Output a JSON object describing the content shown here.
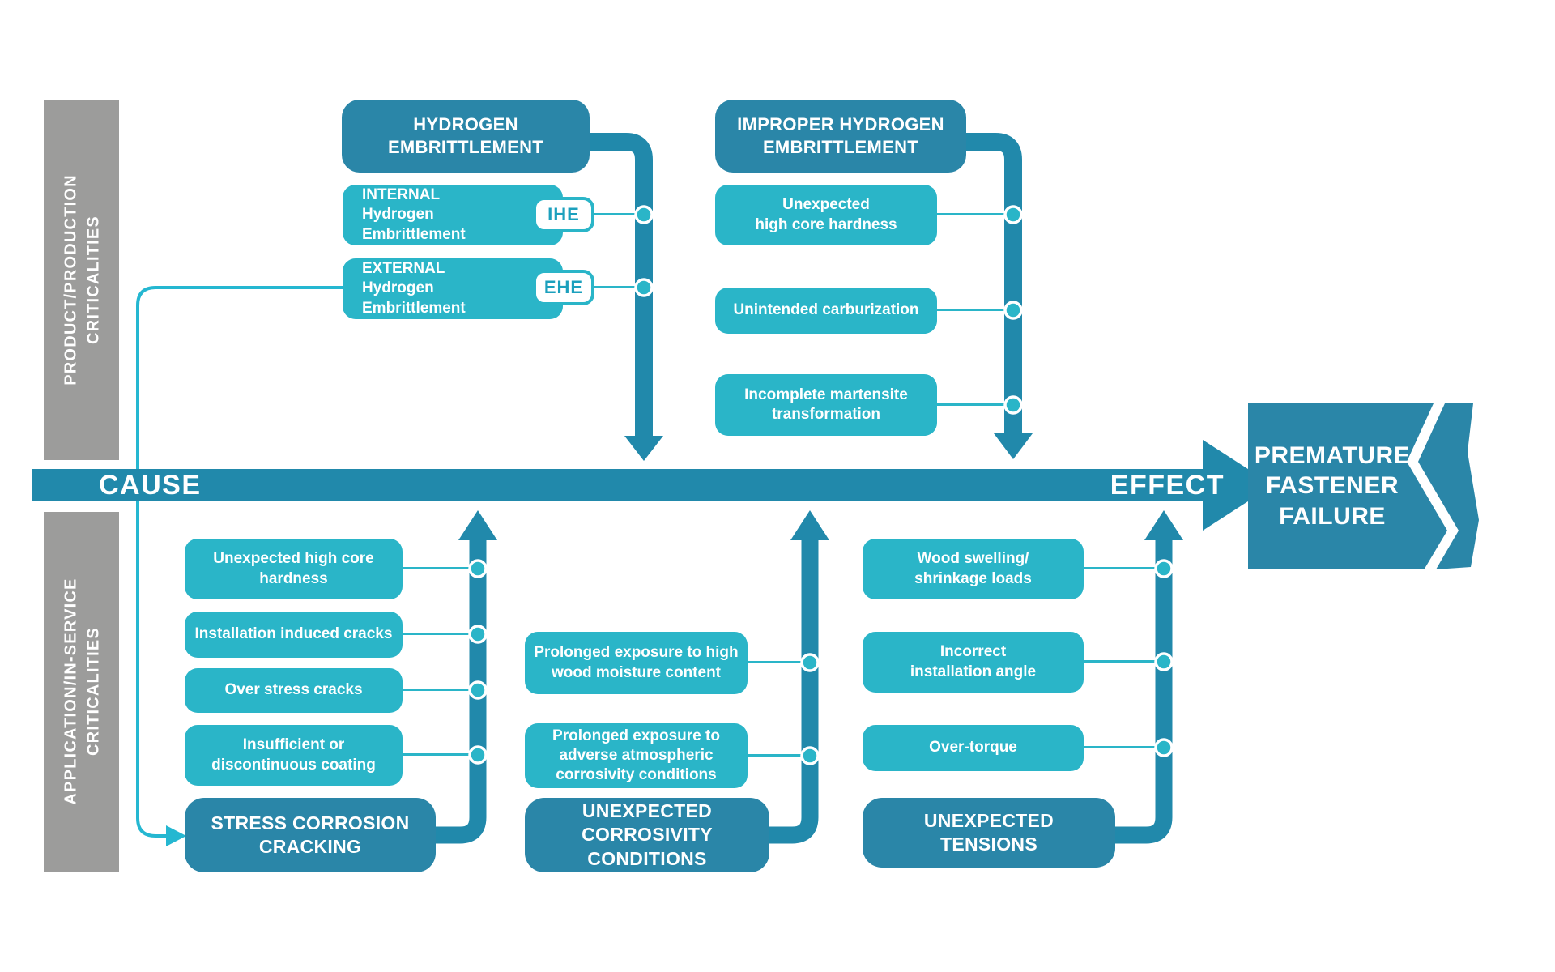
{
  "colors": {
    "dark_teal_box": "#2A86A8",
    "band_teal": "#2189AB",
    "light_teal_box": "#2AB5C8",
    "cyan_feedback_line": "#25B7D1",
    "rail_gray": "#9C9C9B",
    "text_white": "#FFFFFF",
    "badge_text": "#1CA0BD"
  },
  "rails": {
    "top": {
      "line1": "PRODUCT/PRODUCTION",
      "line2": "CRITICALITIES"
    },
    "bottom": {
      "line1": "APPLICATION/IN-SERVICE",
      "line2": "CRITICALITIES"
    }
  },
  "axis": {
    "cause": "CAUSE",
    "effect": "EFFECT"
  },
  "effect_box": {
    "line1": "PREMATURE",
    "line2": "FASTENER",
    "line3": "FAILURE"
  },
  "top_groups": [
    {
      "header": {
        "line1": "HYDROGEN",
        "line2": "EMBRITTLEMENT"
      },
      "items": [
        {
          "line1": "INTERNAL Hydrogen",
          "line2": "Embrittlement",
          "badge": "IHE"
        },
        {
          "line1": "EXTERNAL Hydrogen",
          "line2": "Embrittlement",
          "badge": "EHE"
        }
      ]
    },
    {
      "header": {
        "line1": "IMPROPER HYDROGEN",
        "line2": "EMBRITTLEMENT"
      },
      "items": [
        {
          "line1": "Unexpected",
          "line2": "high core hardness"
        },
        {
          "line1": "Unintended carburization"
        },
        {
          "line1": "Incomplete martensite",
          "line2": "transformation"
        }
      ]
    }
  ],
  "bottom_groups": [
    {
      "items": [
        {
          "line1": "Unexpected high core",
          "line2": "hardness"
        },
        {
          "line1": "Installation induced cracks"
        },
        {
          "line1": "Over stress cracks"
        },
        {
          "line1": "Insufficient or",
          "line2": "discontinuous coating"
        }
      ],
      "footer": {
        "line1": "STRESS CORROSION",
        "line2": "CRACKING"
      }
    },
    {
      "items": [
        {
          "line1": "Prolonged exposure to high",
          "line2": "wood moisture content"
        },
        {
          "line1": "Prolonged exposure to",
          "line2": "adverse atmospheric",
          "line3": "corrosivity conditions"
        }
      ],
      "footer": {
        "line1": "UNEXPECTED",
        "line2": "CORROSIVITY",
        "line3": "CONDITIONS"
      }
    },
    {
      "items": [
        {
          "line1": "Wood swelling/",
          "line2": "shrinkage loads"
        },
        {
          "line1": "Incorrect",
          "line2": "installation angle"
        },
        {
          "line1": "Over-torque"
        }
      ],
      "footer": {
        "line1": "UNEXPECTED",
        "line2": "TENSIONS"
      }
    }
  ]
}
